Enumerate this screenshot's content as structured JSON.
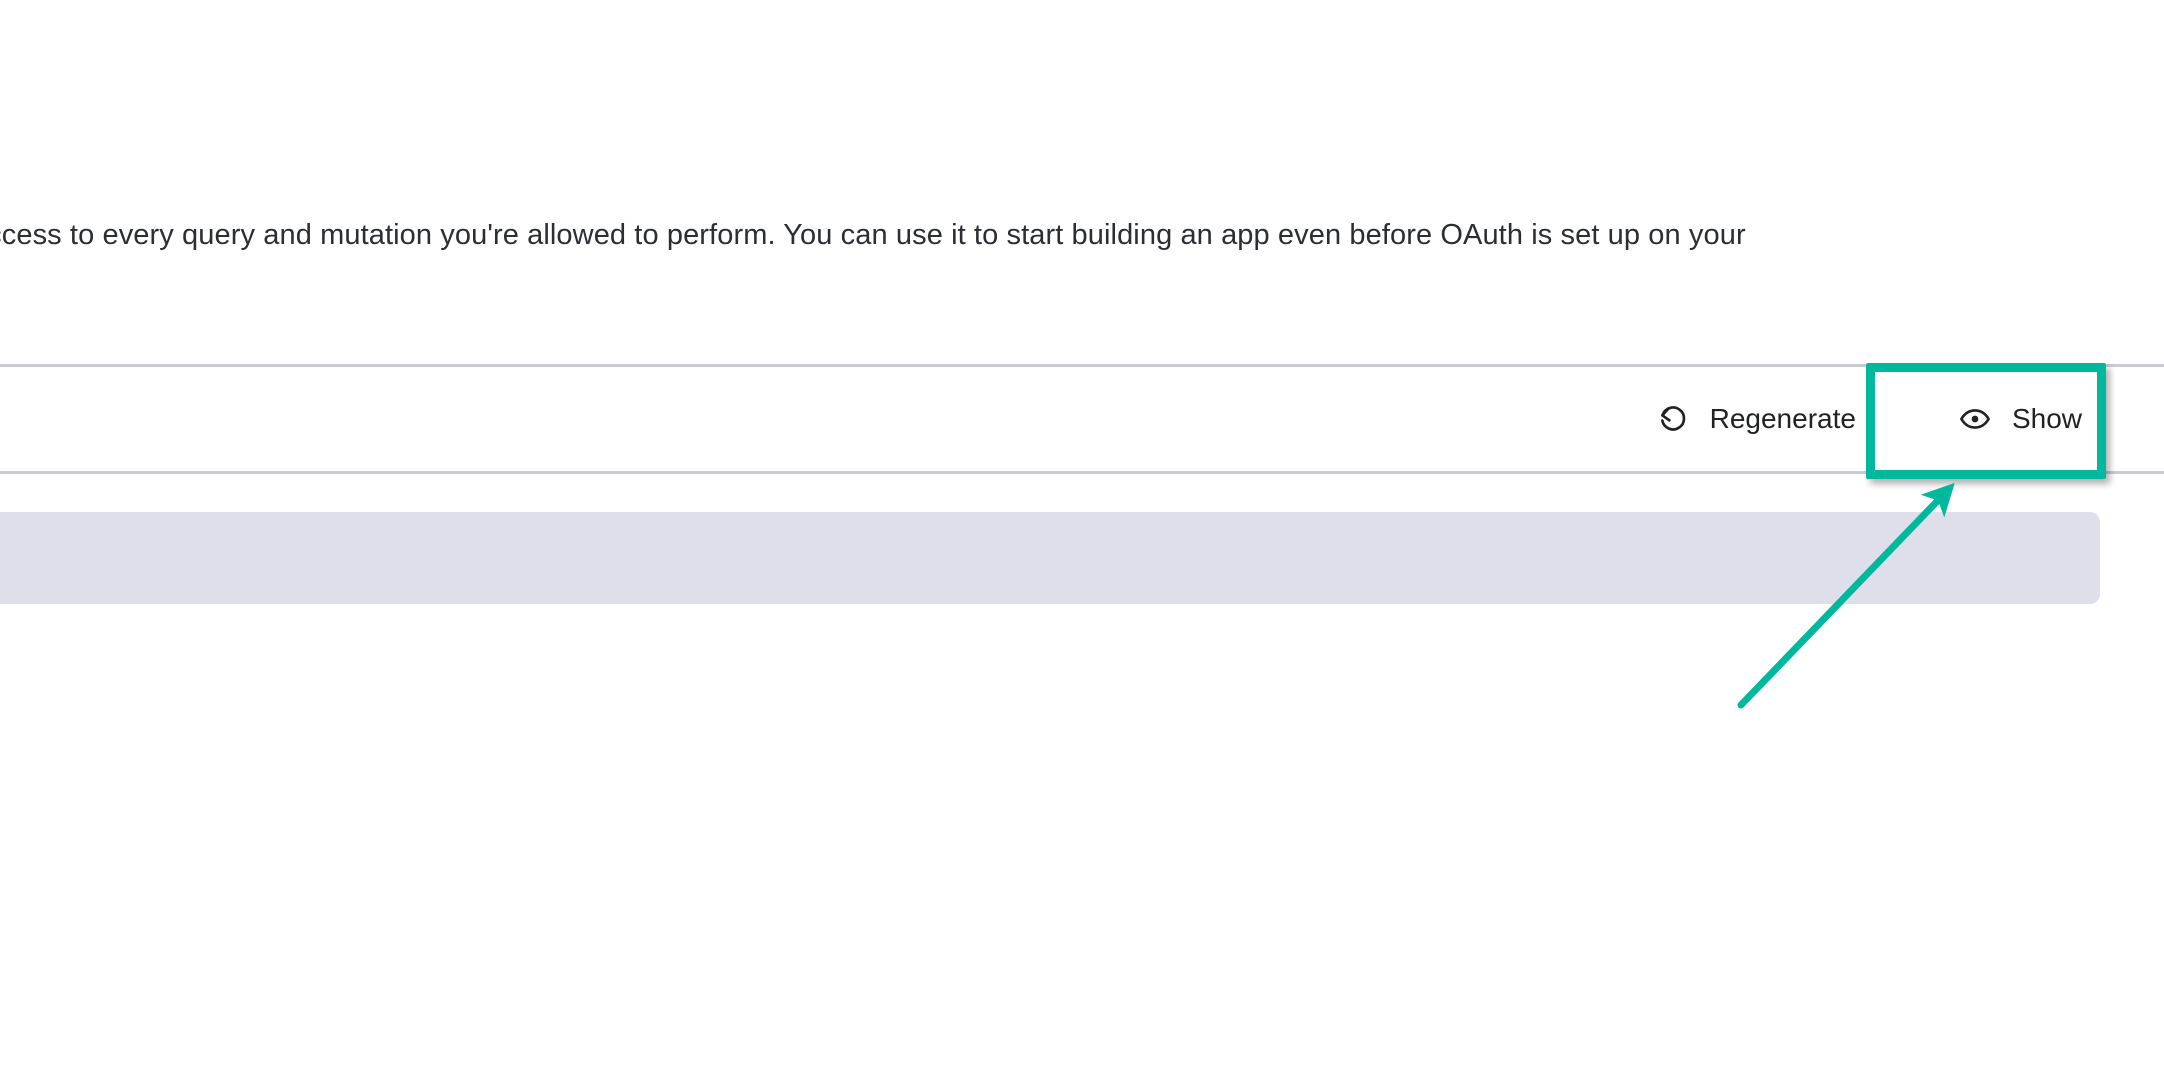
{
  "page": {
    "background_color": "#ffffff",
    "description_text": "ts access to every query and mutation you're allowed to perform. You can use it to start building an app even before OAuth is set up on your"
  },
  "toolbar": {
    "buttons": [
      {
        "id": "regenerate",
        "label": "Regenerate",
        "icon": "rotate-counterclockwise-icon"
      },
      {
        "id": "show",
        "label": "Show",
        "icon": "eye-icon"
      }
    ]
  },
  "token_field": {
    "state": "hidden",
    "value": "",
    "background_color": "#dedfeb"
  },
  "annotation": {
    "highlight_color": "#00b89c",
    "target_label": "Show",
    "shapes": [
      {
        "type": "rectangle",
        "target": "show-button"
      },
      {
        "type": "arrow",
        "points_to": "show-button",
        "direction": "up-right"
      }
    ]
  },
  "colors": {
    "text": "#2b2e33",
    "button_text": "#202223",
    "divider": "#c7cbd8",
    "accent": "#00b89c",
    "field_fill": "#dedfeb"
  }
}
